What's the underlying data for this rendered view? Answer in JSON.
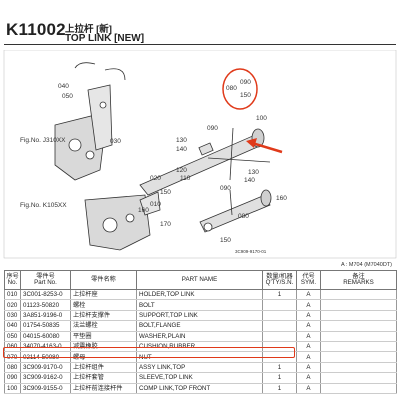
{
  "header": {
    "code": "K11002",
    "title_cn": "上拉杆 [新]",
    "title_en": "TOP LINK [NEW]"
  },
  "diagram": {
    "callouts": [
      "040",
      "050",
      "Fig.No. J310XX",
      "Fig.No. K105XX",
      "030",
      "010",
      "020",
      "080",
      "090",
      "150",
      "130",
      "140",
      "090",
      "100",
      "120",
      "110",
      "160",
      "170",
      "150",
      "090",
      "140",
      "130",
      "160",
      "080",
      "150"
    ],
    "ref_code": "3C909-9170-01"
  },
  "model_ref": "A : M704 (M7040DT)",
  "table": {
    "headers": [
      {
        "cn": "序号",
        "en": "No."
      },
      {
        "cn": "零件号",
        "en": "Part No."
      },
      {
        "cn": "零件名称",
        "en": ""
      },
      {
        "cn": "",
        "en": "PART NAME"
      },
      {
        "cn": "数量/机器",
        "en": "Q'TY/S.N."
      },
      {
        "cn": "代号",
        "en": "SYM."
      },
      {
        "cn": "备注",
        "en": "REMARKS"
      }
    ],
    "rows": [
      {
        "no": "010",
        "part": "3C001-8253-0",
        "cn": "上拉杆座",
        "en": "HOLDER,TOP LINK",
        "qty": "1",
        "sym": "A"
      },
      {
        "no": "020",
        "part": "01123-50820",
        "cn": "螺栓",
        "en": "BOLT",
        "qty": "",
        "sym": "A"
      },
      {
        "no": "030",
        "part": "3A851-9196-0",
        "cn": "上拉杆支撑件",
        "en": "SUPPORT,TOP LINK",
        "qty": "",
        "sym": "A"
      },
      {
        "no": "040",
        "part": "01754-50835",
        "cn": "法兰螺栓",
        "en": "BOLT,FLANGE",
        "qty": "",
        "sym": "A"
      },
      {
        "no": "050",
        "part": "04015-60080",
        "cn": "平垫圈",
        "en": "WASHER,PLAIN",
        "qty": "",
        "sym": "A"
      },
      {
        "no": "060",
        "part": "34070-4163-0",
        "cn": "减震橡胶",
        "en": "CUSHION,RUBBER",
        "qty": "",
        "sym": "A"
      },
      {
        "no": "070",
        "part": "02114-50080",
        "cn": "螺母",
        "en": "NUT",
        "qty": "",
        "sym": "A"
      },
      {
        "no": "080",
        "part": "3C909-9170-0",
        "cn": "上拉杆组件",
        "en": "ASSY LINK,TOP",
        "qty": "1",
        "sym": "A"
      },
      {
        "no": "090",
        "part": "3C909-9162-0",
        "cn": "上拉杆套管",
        "en": "SLEEVE,TOP LINK",
        "qty": "1",
        "sym": "A"
      },
      {
        "no": "100",
        "part": "3C909-9155-0",
        "cn": "上拉杆前连接杆件",
        "en": "COMP LINK,TOP FRONT",
        "qty": "1",
        "sym": "A"
      }
    ]
  },
  "colors": {
    "highlight": "#e03a1a",
    "part_fill": "#d9d9d9",
    "line": "#333333"
  }
}
